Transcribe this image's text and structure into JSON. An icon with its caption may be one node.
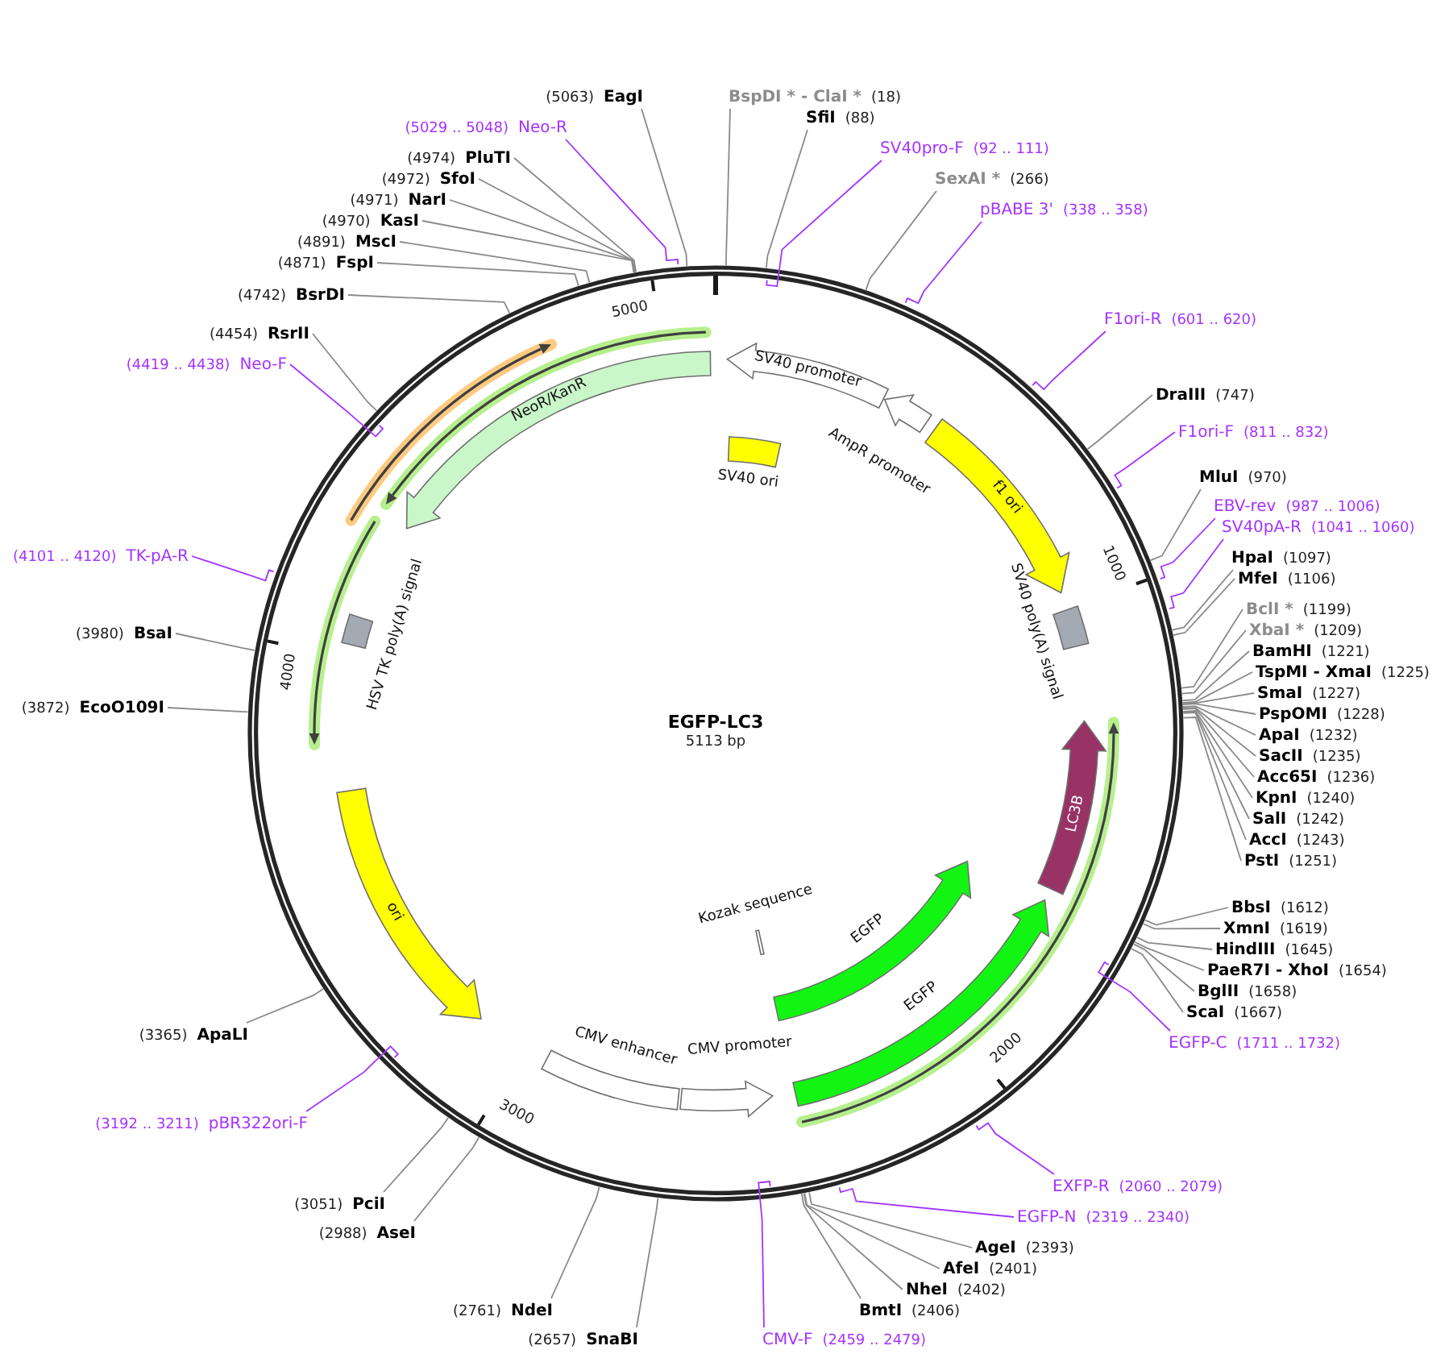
{
  "diagram": {
    "title": "EGFP-LC3",
    "nodes": [
      {
        "text": [
          "(5063)",
          "EagI"
        ]
      },
      {
        "text": [
          "BspDI * - ClaI *",
          "(18)"
        ]
      },
      {
        "text": [
          "SfiI",
          "(88)"
        ]
      },
      {
        "text": [
          "(5029 .. 5048)",
          "Neo-R"
        ]
      },
      {
        "text": [
          "SV40pro-F",
          "(92 .. 111)"
        ]
      },
      {
        "text": [
          "(4974)",
          "PluTI"
        ]
      },
      {
        "text": [
          "(4972)",
          "SfoI"
        ]
      },
      {
        "text": [
          "SexAI *",
          "(266)"
        ]
      },
      {
        "text": [
          "(4971)",
          "NarI"
        ]
      },
      {
        "text": [
          "pBABE 3'",
          "(338 .. 358)"
        ]
      },
      {
        "text": [
          "(4970)",
          "KasI"
        ]
      },
      {
        "text": [
          "(4891)",
          "MscI"
        ]
      },
      {
        "text": [
          "(4871)",
          "FspI"
        ]
      },
      {
        "text": [
          "(4742)",
          "BsrDI"
        ]
      },
      {
        "text": [
          "F1ori-R",
          "(601 .. 620)"
        ]
      },
      {
        "text": [
          "(4454)",
          "RsrII"
        ]
      },
      {
        "text": [
          "(4419 .. 4438)",
          "Neo-F"
        ]
      },
      {
        "text": [
          "DraIII",
          "(747)"
        ]
      },
      {
        "text": [
          "F1ori-F",
          "(811 .. 832)"
        ]
      },
      {
        "text": [
          "MluI",
          "(970)"
        ]
      },
      {
        "text": [
          "EBV-rev",
          "(987 .. 1006)"
        ]
      },
      {
        "text": [
          "SV40pA-R",
          "(1041 .. 1060)"
        ]
      },
      {
        "text": [
          "(4101 .. 4120)",
          "TK-pA-R"
        ]
      },
      {
        "text": [
          "HpaI",
          "(1097)"
        ]
      },
      {
        "text": [
          "MfeI",
          "(1106)"
        ]
      },
      {
        "text": [
          "BclI *",
          "(1199)"
        ]
      },
      {
        "text": [
          "XbaI *",
          "(1209)"
        ]
      },
      {
        "text": [
          "(3980)",
          "BsaI"
        ]
      },
      {
        "text": [
          "BamHI",
          "(1221)"
        ]
      },
      {
        "text": [
          "TspMI - XmaI",
          "(1225)"
        ]
      },
      {
        "text": [
          "SmaI",
          "(1227)"
        ]
      },
      {
        "text": [
          "(3872)",
          "EcoO109I"
        ]
      },
      {
        "text": [
          "PspOMI",
          "(1228)"
        ]
      },
      {
        "text": [
          "ApaI",
          "(1232)"
        ]
      },
      {
        "text": [
          "SacII",
          "(1235)"
        ]
      },
      {
        "text": [
          "Acc65I",
          "(1236)"
        ]
      },
      {
        "text": [
          "KpnI",
          "(1240)"
        ]
      },
      {
        "text": [
          "SalI",
          "(1242)"
        ]
      },
      {
        "text": [
          "AccI",
          "(1243)"
        ]
      },
      {
        "text": [
          "PstI",
          "(1251)"
        ]
      },
      {
        "text": [
          "BbsI",
          "(1612)"
        ]
      },
      {
        "text": [
          "XmnI",
          "(1619)"
        ]
      },
      {
        "text": [
          "HindIII",
          "(1645)"
        ]
      },
      {
        "text": [
          "PaeR7I - XhoI",
          "(1654)"
        ]
      },
      {
        "text": [
          "BglII",
          "(1658)"
        ]
      },
      {
        "text": [
          "ScaI",
          "(1667)"
        ]
      },
      {
        "text": [
          "(3365)",
          "ApaLI"
        ]
      },
      {
        "text": [
          "EGFP-C",
          "(1711 .. 1732)"
        ]
      },
      {
        "text": [
          "(3192 .. 3211)",
          "pBR322ori-F"
        ]
      },
      {
        "text": [
          "EXFP-R",
          "(2060 .. 2079)"
        ]
      },
      {
        "text": [
          "(3051)",
          "PciI"
        ]
      },
      {
        "text": [
          "EGFP-N",
          "(2319 .. 2340)"
        ]
      },
      {
        "text": [
          "(2988)",
          "AseI"
        ]
      },
      {
        "text": [
          "AgeI",
          "(2393)"
        ]
      },
      {
        "text": [
          "AfeI",
          "(2401)"
        ]
      },
      {
        "text": [
          "NheI",
          "(2402)"
        ]
      },
      {
        "text": [
          "(2761)",
          "NdeI"
        ]
      },
      {
        "text": [
          "BmtI",
          "(2406)"
        ]
      },
      {
        "text": [
          "(2657)",
          "SnaBI"
        ]
      },
      {
        "text": [
          "CMV-F",
          "(2459 .. 2479)"
        ]
      },
      {
        "text": [
          "SV40 promoter"
        ]
      },
      {
        "text": [
          "AmpR promoter"
        ]
      },
      {
        "text": [
          "NeoR/KanR"
        ]
      },
      {
        "text": [
          "SV40 ori"
        ]
      },
      {
        "text": [
          "f1 ori"
        ]
      },
      {
        "text": [
          "SV40 poly(A) signal"
        ]
      },
      {
        "text": [
          "HSV TK poly(A) signal"
        ]
      },
      {
        "text": [
          "LC3B"
        ]
      },
      {
        "text": [
          "ori"
        ]
      },
      {
        "text": [
          "Kozak sequence"
        ]
      },
      {
        "text": [
          "EGFP"
        ]
      },
      {
        "text": [
          "EGFP"
        ]
      },
      {
        "text": [
          "CMV promoter"
        ]
      },
      {
        "text": [
          "CMV enhancer"
        ]
      }
    ],
    "edges": [
      {
        "from": 0,
        "to": null,
        "arrow": "none"
      },
      {
        "from": 1,
        "to": null,
        "arrow": "none"
      },
      {
        "from": 2,
        "to": null,
        "arrow": "none"
      },
      {
        "from": 3,
        "to": null,
        "arrow": "none",
        "color": "#a533ff"
      },
      {
        "from": 4,
        "to": null,
        "arrow": "none",
        "color": "#a533ff"
      },
      {
        "from": 5,
        "to": null,
        "arrow": "none"
      },
      {
        "from": 6,
        "to": null,
        "arrow": "none"
      },
      {
        "from": 7,
        "to": null,
        "arrow": "none"
      },
      {
        "from": 8,
        "to": null,
        "arrow": "none"
      },
      {
        "from": 9,
        "to": null,
        "arrow": "none",
        "color": "#a533ff"
      },
      {
        "from": 10,
        "to": null,
        "arrow": "none"
      },
      {
        "from": 11,
        "to": null,
        "arrow": "none"
      },
      {
        "from": 12,
        "to": null,
        "arrow": "none"
      },
      {
        "from": 13,
        "to": null,
        "arrow": "none"
      },
      {
        "from": 14,
        "to": null,
        "arrow": "none",
        "color": "#a533ff"
      },
      {
        "from": 15,
        "to": null,
        "arrow": "none"
      },
      {
        "from": 16,
        "to": null,
        "arrow": "none",
        "color": "#a533ff"
      },
      {
        "from": 17,
        "to": null,
        "arrow": "none"
      },
      {
        "from": 18,
        "to": null,
        "arrow": "none",
        "color": "#a533ff"
      },
      {
        "from": 19,
        "to": null,
        "arrow": "none"
      },
      {
        "from": 20,
        "to": null,
        "arrow": "none",
        "color": "#a533ff"
      },
      {
        "from": 21,
        "to": null,
        "arrow": "none",
        "color": "#a533ff"
      },
      {
        "from": 22,
        "to": null,
        "arrow": "none",
        "color": "#a533ff"
      },
      {
        "from": 23,
        "to": null,
        "arrow": "none"
      },
      {
        "from": 24,
        "to": null,
        "arrow": "none"
      },
      {
        "from": 25,
        "to": null,
        "arrow": "none"
      },
      {
        "from": 26,
        "to": null,
        "arrow": "none"
      },
      {
        "from": 27,
        "to": null,
        "arrow": "none"
      },
      {
        "from": 28,
        "to": null,
        "arrow": "none"
      },
      {
        "from": 29,
        "to": null,
        "arrow": "none"
      },
      {
        "from": 30,
        "to": null,
        "arrow": "none"
      },
      {
        "from": 31,
        "to": null,
        "arrow": "none"
      },
      {
        "from": 32,
        "to": null,
        "arrow": "none"
      },
      {
        "from": 33,
        "to": null,
        "arrow": "none"
      },
      {
        "from": 34,
        "to": null,
        "arrow": "none"
      },
      {
        "from": 35,
        "to": null,
        "arrow": "none"
      },
      {
        "from": 36,
        "to": null,
        "arrow": "none"
      },
      {
        "from": 37,
        "to": null,
        "arrow": "none"
      },
      {
        "from": 38,
        "to": null,
        "arrow": "none"
      },
      {
        "from": 39,
        "to": null,
        "arrow": "none"
      },
      {
        "from": 40,
        "to": null,
        "arrow": "none"
      },
      {
        "from": 41,
        "to": null,
        "arrow": "none"
      },
      {
        "from": 42,
        "to": null,
        "arrow": "none"
      },
      {
        "from": 43,
        "to": null,
        "arrow": "none"
      },
      {
        "from": 44,
        "to": null,
        "arrow": "none"
      },
      {
        "from": 45,
        "to": null,
        "arrow": "none"
      },
      {
        "from": 46,
        "to": null,
        "arrow": "none"
      },
      {
        "from": 47,
        "to": null,
        "arrow": "none",
        "color": "#a533ff"
      },
      {
        "from": 48,
        "to": null,
        "arrow": "none",
        "color": "#a533ff"
      },
      {
        "from": 49,
        "to": null,
        "arrow": "none",
        "color": "#a533ff"
      },
      {
        "from": 50,
        "to": null,
        "arrow": "none"
      },
      {
        "from": 51,
        "to": null,
        "arrow": "none",
        "color": "#a533ff"
      },
      {
        "from": 52,
        "to": null,
        "arrow": "none"
      },
      {
        "from": 53,
        "to": null,
        "arrow": "none"
      },
      {
        "from": 54,
        "to": null,
        "arrow": "none"
      },
      {
        "from": 55,
        "to": null,
        "arrow": "none"
      },
      {
        "from": 56,
        "to": null,
        "arrow": "none"
      },
      {
        "from": 57,
        "to": null,
        "arrow": "none"
      },
      {
        "from": 58,
        "to": null,
        "arrow": "none"
      },
      {
        "from": 59,
        "to": null,
        "arrow": "none",
        "color": "#a533ff"
      }
    ],
    "labels": [
      "5000",
      "1000",
      "4000",
      "5113 bp",
      "2000",
      "3000"
    ]
  }
}
